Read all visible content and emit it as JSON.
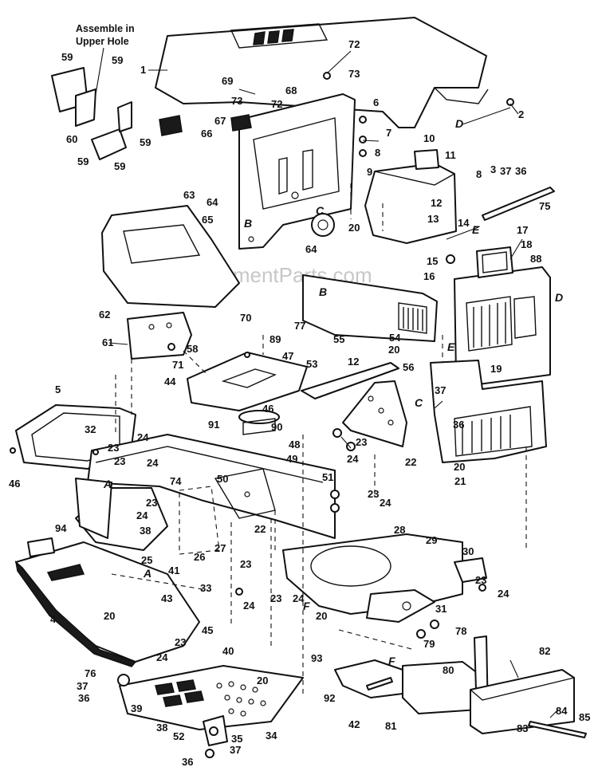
{
  "note": {
    "line1": "Assemble in",
    "line2": "Upper Hole"
  },
  "watermark": "eReplacementParts.com",
  "callouts": {
    "n1": "1",
    "n2": "2",
    "n3": "3",
    "n4": "4",
    "n5": "5",
    "n6": "6",
    "n7": "7",
    "n8a": "8",
    "n8b": "8",
    "n9": "9",
    "n10": "10",
    "n11": "11",
    "n12a": "12",
    "n12b": "12",
    "n13": "13",
    "n14": "14",
    "n15": "15",
    "n16": "16",
    "n17": "17",
    "n18": "18",
    "n19": "19",
    "n20a": "20",
    "n20b": "20",
    "n20c": "20",
    "n20d": "20",
    "n20e": "20",
    "n20f": "20",
    "n21": "21",
    "n22a": "22",
    "n22b": "22",
    "n23a": "23",
    "n23b": "23",
    "n23c": "23",
    "n23d": "23",
    "n23e": "23",
    "n23f": "23",
    "n23g": "23",
    "n23h": "23",
    "n24a": "24",
    "n24b": "24",
    "n24c": "24",
    "n24d": "24",
    "n24e": "24",
    "n24f": "24",
    "n24g": "24",
    "n24h": "24",
    "n25": "25",
    "n26": "26",
    "n27": "27",
    "n28": "28",
    "n29": "29",
    "n30": "30",
    "n31": "31",
    "n32": "32",
    "n33": "33",
    "n34": "34",
    "n35": "35",
    "n36a": "36",
    "n36b": "36",
    "n36c": "36",
    "n36d": "36",
    "n37a": "37",
    "n37b": "37",
    "n37c": "37",
    "n37d": "37",
    "n38a": "38",
    "n38b": "38",
    "n39": "39",
    "n40": "40",
    "n41": "41",
    "n42": "42",
    "n43": "43",
    "n44": "44",
    "n45": "45",
    "n46a": "46",
    "n46b": "46",
    "n47": "47",
    "n48": "48",
    "n49": "49",
    "n50": "50",
    "n51": "51",
    "n52": "52",
    "n53": "53",
    "n54": "54",
    "n55": "55",
    "n56": "56",
    "n58": "58",
    "n59a": "59",
    "n59b": "59",
    "n59c": "59",
    "n59d": "59",
    "n59e": "59",
    "n60": "60",
    "n61": "61",
    "n62": "62",
    "n63": "63",
    "n64a": "64",
    "n64b": "64",
    "n65": "65",
    "n66": "66",
    "n67": "67",
    "n68": "68",
    "n69": "69",
    "n70": "70",
    "n71": "71",
    "n72a": "72",
    "n72b": "72",
    "n73a": "73",
    "n73b": "73",
    "n74": "74",
    "n75": "75",
    "n76": "76",
    "n77": "77",
    "n78": "78",
    "n79": "79",
    "n80": "80",
    "n81": "81",
    "n82": "82",
    "n83": "83",
    "n84": "84",
    "n85": "85",
    "n88": "88",
    "n89": "89",
    "n90": "90",
    "n91": "91",
    "n92": "92",
    "n93": "93",
    "n94": "94"
  },
  "letters": {
    "a1": "A",
    "a2": "A",
    "b1": "B",
    "b2": "B",
    "c1": "C",
    "c2": "C",
    "d1": "D",
    "d2": "D",
    "e1": "E",
    "e2": "E",
    "f1": "F",
    "f2": "F"
  }
}
